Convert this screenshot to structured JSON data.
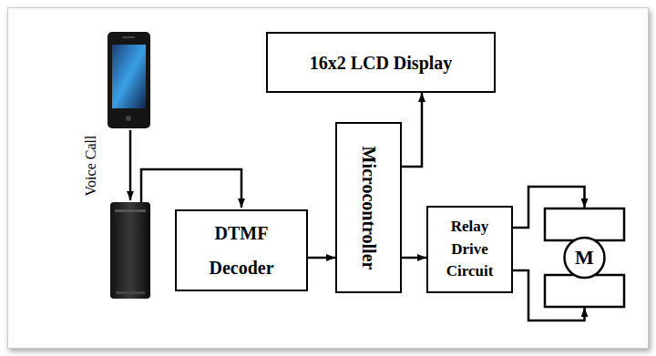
{
  "diagram": {
    "nodes": [
      {
        "text": [
          "16x2 LCD Display"
        ]
      },
      {
        "text": [
          "DTMF Decoder"
        ]
      },
      {
        "text": [
          "Microcontroller"
        ]
      },
      {
        "text": [
          "Relay Drive Circuit"
        ]
      },
      {
        "text": [
          "M"
        ]
      }
    ],
    "edges": [
      {
        "from": 1,
        "to": 2,
        "arrow": "to"
      },
      {
        "from": 2,
        "to": 0,
        "arrow": "to"
      },
      {
        "from": 2,
        "to": 3,
        "arrow": "to"
      },
      {
        "from": 3,
        "to": 4,
        "arrow": "to"
      },
      {
        "from": 3,
        "to": 4,
        "arrow": "to"
      }
    ],
    "labels": [
      "Voice Call"
    ]
  }
}
